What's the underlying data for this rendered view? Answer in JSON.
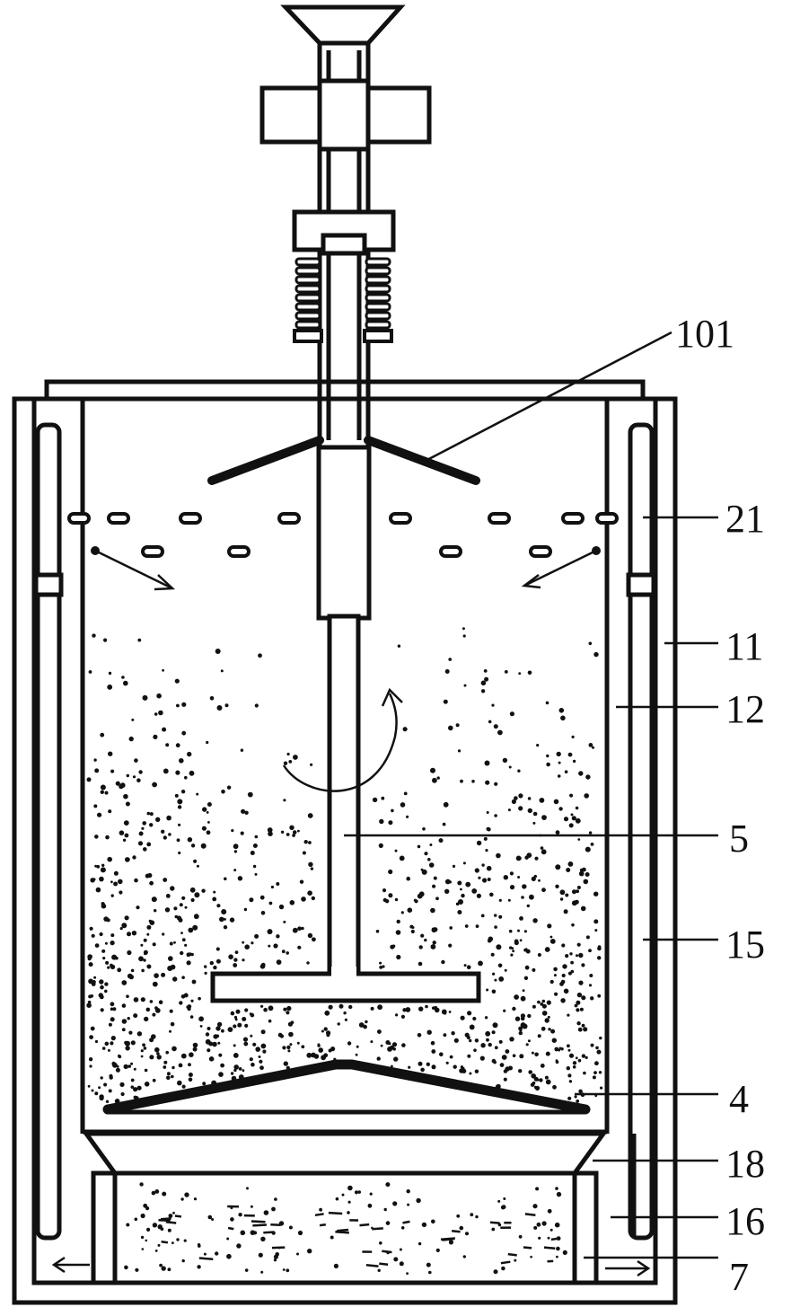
{
  "labels": {
    "l101": "101",
    "l21": "21",
    "l11": "11",
    "l12": "12",
    "l5": "5",
    "l15": "15",
    "l4": "4",
    "l18": "18",
    "l16": "16",
    "l7": "7"
  },
  "colors": {
    "ink": "#111111",
    "background": "#ffffff"
  }
}
